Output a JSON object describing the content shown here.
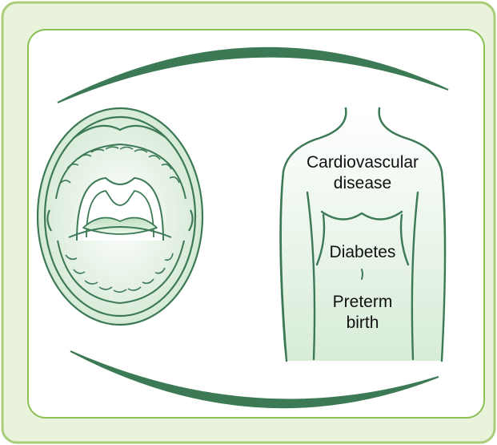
{
  "colors": {
    "outer_frame_fill": "#e9f3dc",
    "outer_frame_border": "#a9cc7a",
    "inner_panel_fill": "#ffffff",
    "inner_panel_border": "#8cbf56",
    "line_art": "#3c7a55",
    "light_green": "#dcefdc",
    "text": "#111111"
  },
  "icons": {
    "mouth": "open-mouth-illustration",
    "torso": "human-torso-illustration",
    "arc_top": "curved-swoosh-top",
    "arc_bottom": "curved-swoosh-bottom"
  },
  "labels": {
    "cardiovascular": "Cardiovascular\ndisease",
    "diabetes": "Diabetes",
    "preterm": "Preterm\nbirth"
  }
}
